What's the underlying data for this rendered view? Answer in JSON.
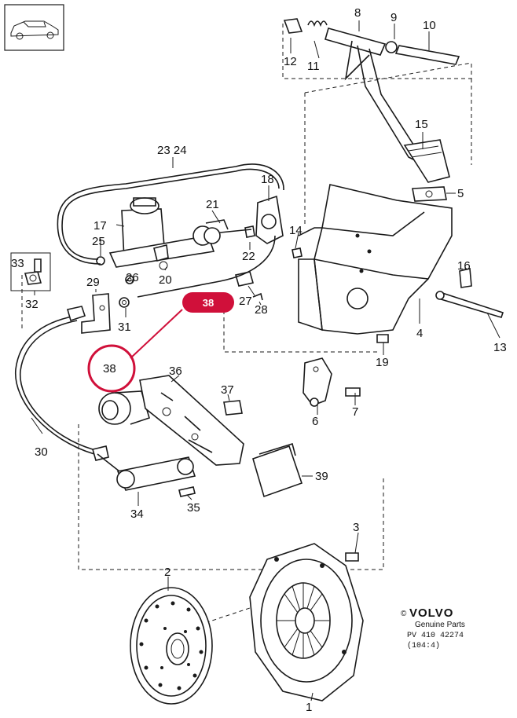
{
  "colors": {
    "highlight": "#d0103a",
    "ink": "#1a1a1a",
    "background": "#ffffff"
  },
  "highlight": {
    "part_number": "38",
    "callout_label": "38"
  },
  "labels": {
    "p1": "1",
    "p2": "2",
    "p3": "3",
    "p4": "4",
    "p5": "5",
    "p6": "6",
    "p7": "7",
    "p8": "8",
    "p9": "9",
    "p10": "10",
    "p11": "11",
    "p12": "12",
    "p13": "13",
    "p14": "14",
    "p15": "15",
    "p16": "16",
    "p17": "17",
    "p18": "18",
    "p19": "19",
    "p20": "20",
    "p21": "21",
    "p22": "22",
    "p23_24": "23 24",
    "p25": "25",
    "p26": "26",
    "p27": "27",
    "p28": "28",
    "p29": "29",
    "p30": "30",
    "p31": "31",
    "p32": "32",
    "p33": "33",
    "p34": "34",
    "p35": "35",
    "p36": "36",
    "p37": "37",
    "p39": "39"
  },
  "branding": {
    "copyright": "©",
    "brand": "VOLVO",
    "subtitle": "Genuine Parts",
    "reference": "PV 410 42274",
    "version": "(104:4)"
  },
  "icons": {
    "vehicle": "car-thumbnail-icon"
  }
}
